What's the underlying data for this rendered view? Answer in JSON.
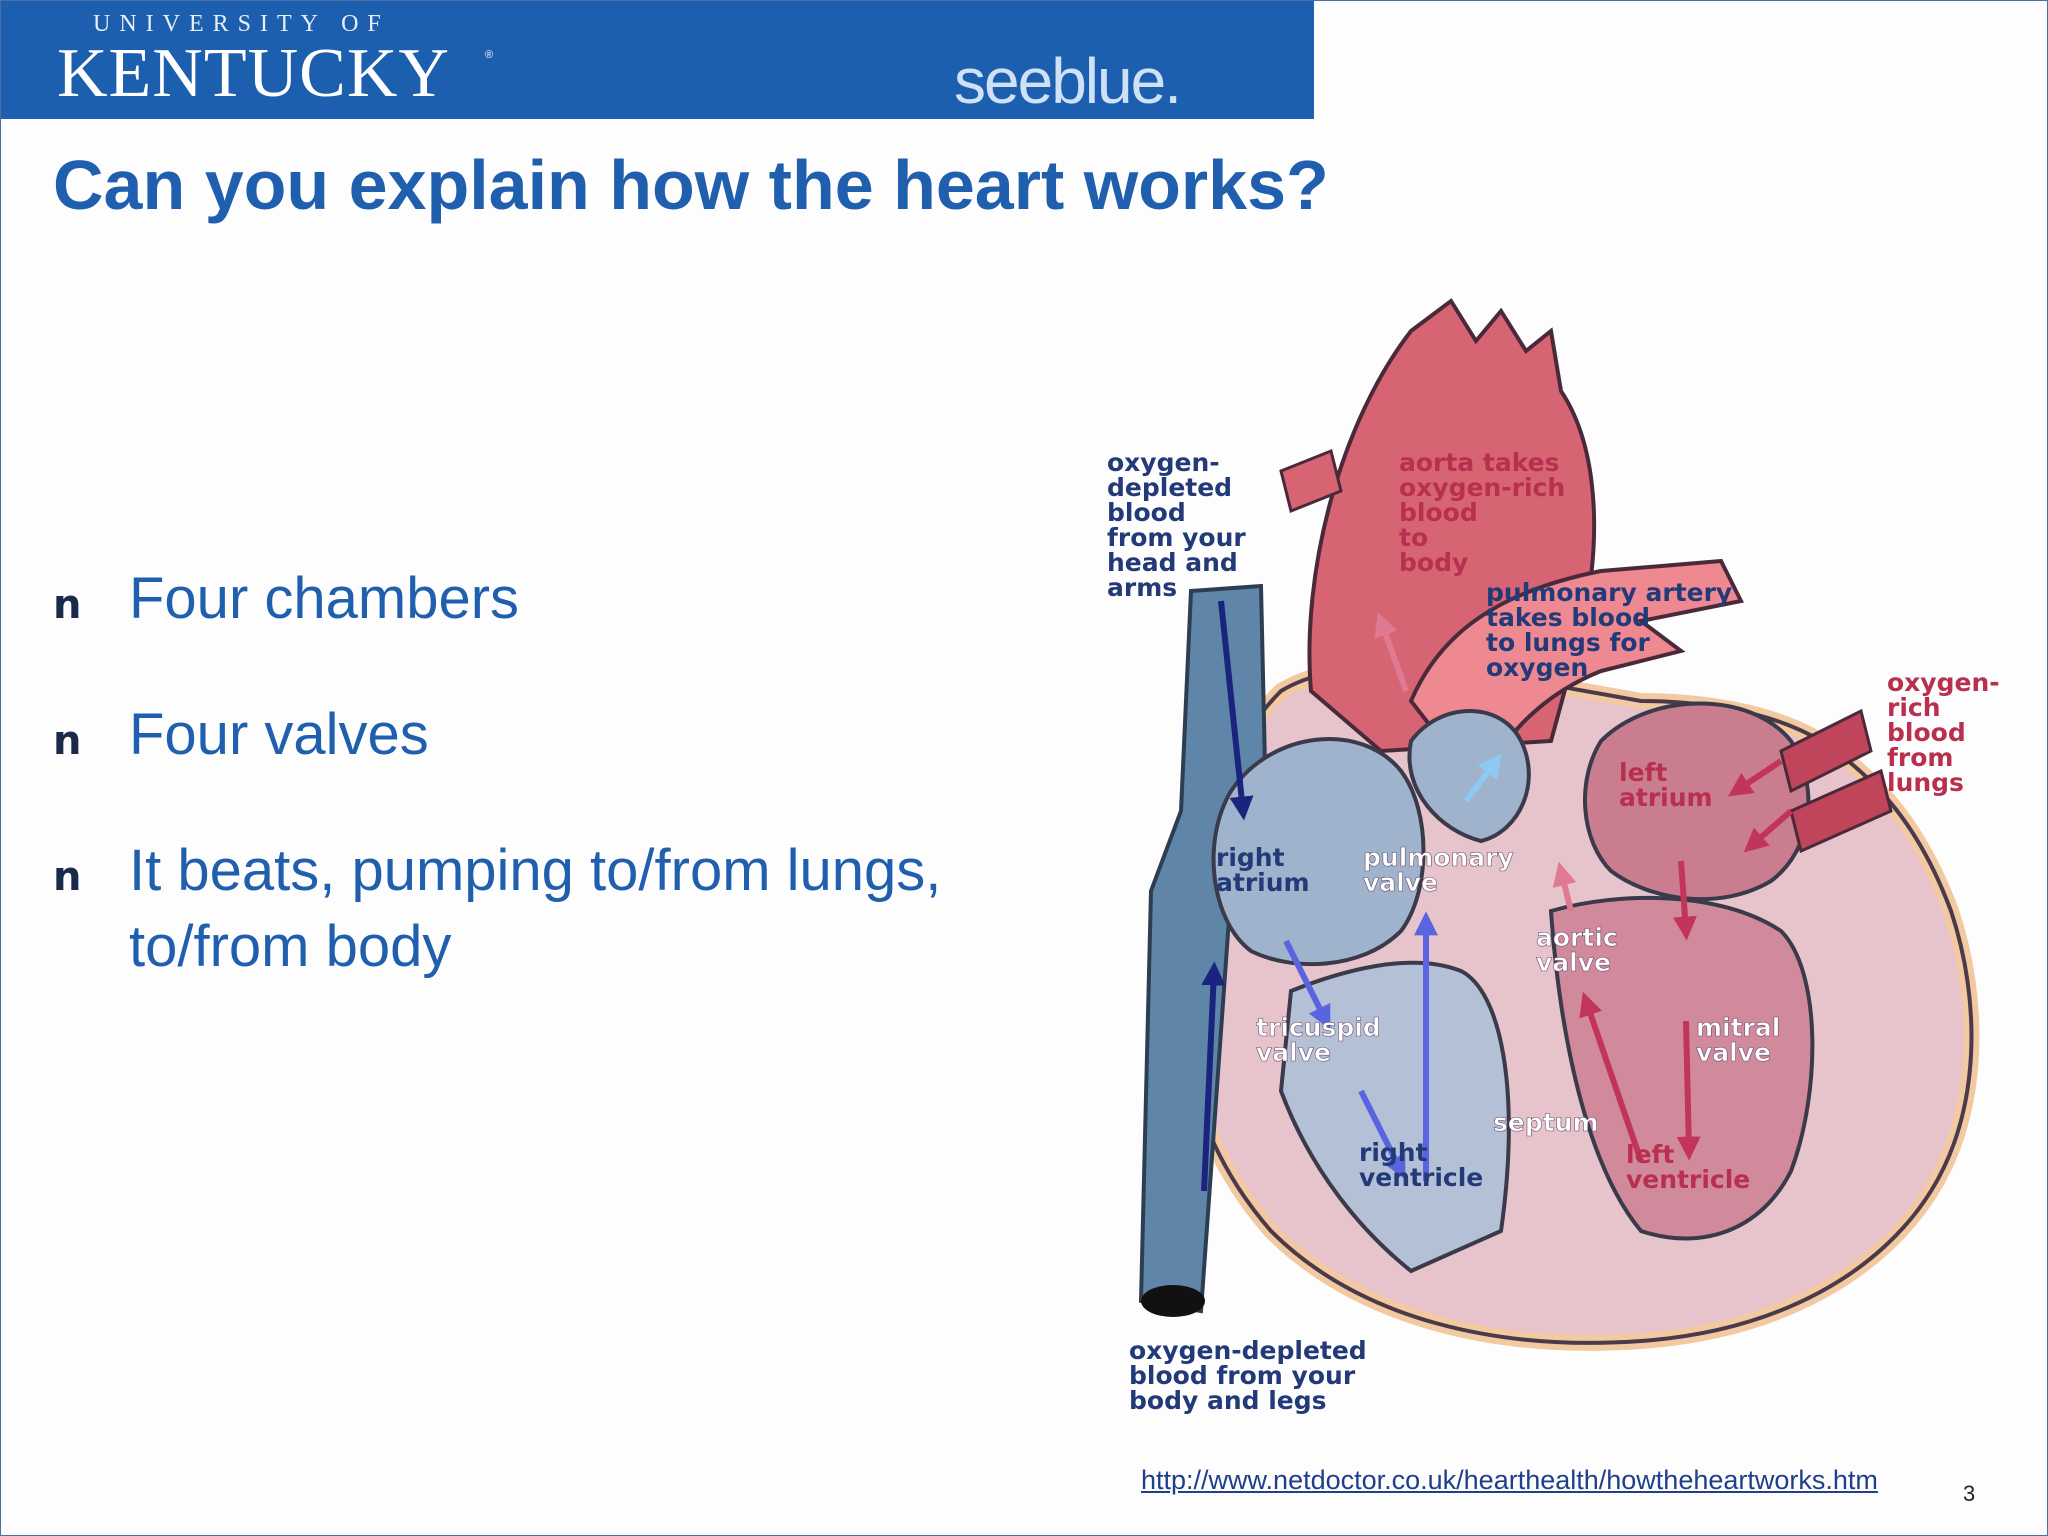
{
  "header": {
    "university_of": "UNIVERSITY OF",
    "kentucky": "KENTUCKY",
    "registered_mark": "®",
    "tagline": "seeblue."
  },
  "slide": {
    "title": "Can you explain how the heart works?",
    "bullet_marker": "n",
    "bullets": [
      {
        "line1": "Four chambers",
        "line2": ""
      },
      {
        "line1": "Four valves",
        "line2": ""
      },
      {
        "line1": "It beats, pumping to/from lungs,",
        "line2": "to/from body"
      }
    ],
    "source_url": "http://www.netdoctor.co.uk/hearthealth/howtheheartworks.htm",
    "page_number": "3"
  },
  "diagram": {
    "labels": {
      "head_arms": [
        "oxygen-",
        "depleted",
        "blood",
        "from your",
        "head and",
        "arms"
      ],
      "aorta": [
        "aorta takes",
        "oxygen-rich",
        "blood",
        "to",
        "body"
      ],
      "pulmonary_artery": [
        "pulmonary artery",
        "takes blood",
        "to lungs for",
        "oxygen"
      ],
      "from_lungs": [
        "oxygen-",
        "rich",
        "blood",
        "from",
        "lungs"
      ],
      "left_atrium": [
        "left",
        "atrium"
      ],
      "right_atrium": [
        "right",
        "atrium"
      ],
      "pulmonary_valve": [
        "pulmonary",
        "valve"
      ],
      "aortic_valve": [
        "aortic",
        "valve"
      ],
      "tricuspid_valve": [
        "tricuspid",
        "valve"
      ],
      "mitral_valve": [
        "mitral",
        "valve"
      ],
      "septum": [
        "septum"
      ],
      "right_ventricle": [
        "right",
        "ventricle"
      ],
      "left_ventricle": [
        "left",
        "ventricle"
      ],
      "body_legs": [
        "oxygen-depleted",
        "blood from your",
        "body and legs"
      ]
    },
    "colors": {
      "outline": "#f2c9a0",
      "wall": "#e7c4cc",
      "aorta": "#d66472",
      "vena_cava": "#5f86a8",
      "right_chambers": "#9fb3cc",
      "left_chambers": "#c97d8e",
      "deoxygenated_arrow": "#1a237e",
      "oxygenated_arrow": "#c2345a"
    }
  }
}
